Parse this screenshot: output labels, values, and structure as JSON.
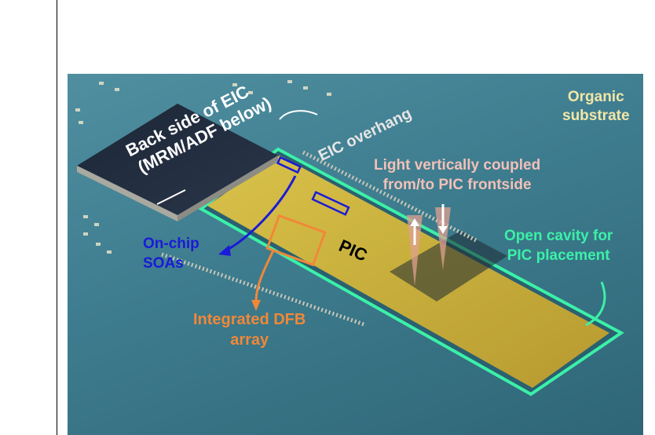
{
  "labels": {
    "back_side": [
      "Back side of EIC",
      "(MRM/ADF below)"
    ],
    "eic_overhang": "EIC overhang",
    "organic": [
      "Organic",
      "substrate"
    ],
    "light": [
      "Light vertically coupled",
      "from/to PIC frontside"
    ],
    "open_cavity": [
      "Open cavity for",
      "PIC placement"
    ],
    "pic": "PIC",
    "soas": [
      "On-chip",
      "SOAs"
    ],
    "dfb": [
      "Integrated DFB",
      "array"
    ]
  },
  "colors": {
    "substrate": "#3f7f90",
    "cavity_outline": "#3cf0a8",
    "soa_label": "#1a1ad8",
    "dfb_label": "#f08838",
    "light_label": "#f2c0b8",
    "organic_label": "#f2e6a8",
    "eic_label": "#ffffff"
  }
}
